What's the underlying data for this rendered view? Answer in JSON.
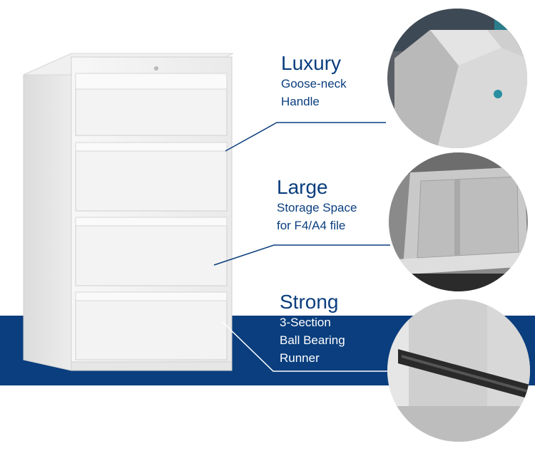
{
  "colors": {
    "brand_blue": "#0a3e7e",
    "cabinet_white": "#f1f1f1",
    "band_text": "#ffffff"
  },
  "features": [
    {
      "title": "Luxury",
      "lines": [
        "Goose-neck",
        "Handle"
      ]
    },
    {
      "title": "Large",
      "lines": [
        "Storage Space",
        "for F4/A4 file"
      ]
    },
    {
      "title": "Strong",
      "lines": [
        "3-Section",
        "Ball Bearing",
        "Runner"
      ]
    }
  ],
  "detail_photos": [
    "goose-neck-handle-closeup",
    "drawer-interior-closeup",
    "ball-bearing-runner-closeup"
  ]
}
